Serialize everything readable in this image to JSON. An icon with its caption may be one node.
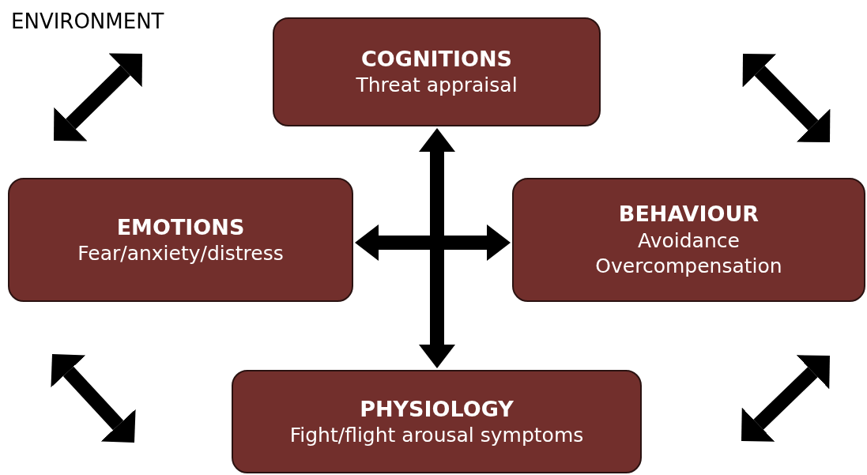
{
  "diagram": {
    "nodes": [
      {
        "text": [
          "COGNITIONS",
          "Threat appraisal"
        ]
      },
      {
        "text": [
          "EMOTIONS",
          "Fear/anxiety/distress"
        ]
      },
      {
        "text": [
          "BEHAVIOUR",
          "Avoidance",
          "Overcompensation"
        ]
      },
      {
        "text": [
          "PHYSIOLOGY",
          "Fight/flight arousal symptoms"
        ]
      }
    ],
    "edges": [
      {
        "from": 0,
        "to": 3,
        "arrow": "both"
      },
      {
        "from": 1,
        "to": 2,
        "arrow": "both"
      }
    ],
    "labels": [
      "ENVIRONMENT"
    ]
  }
}
